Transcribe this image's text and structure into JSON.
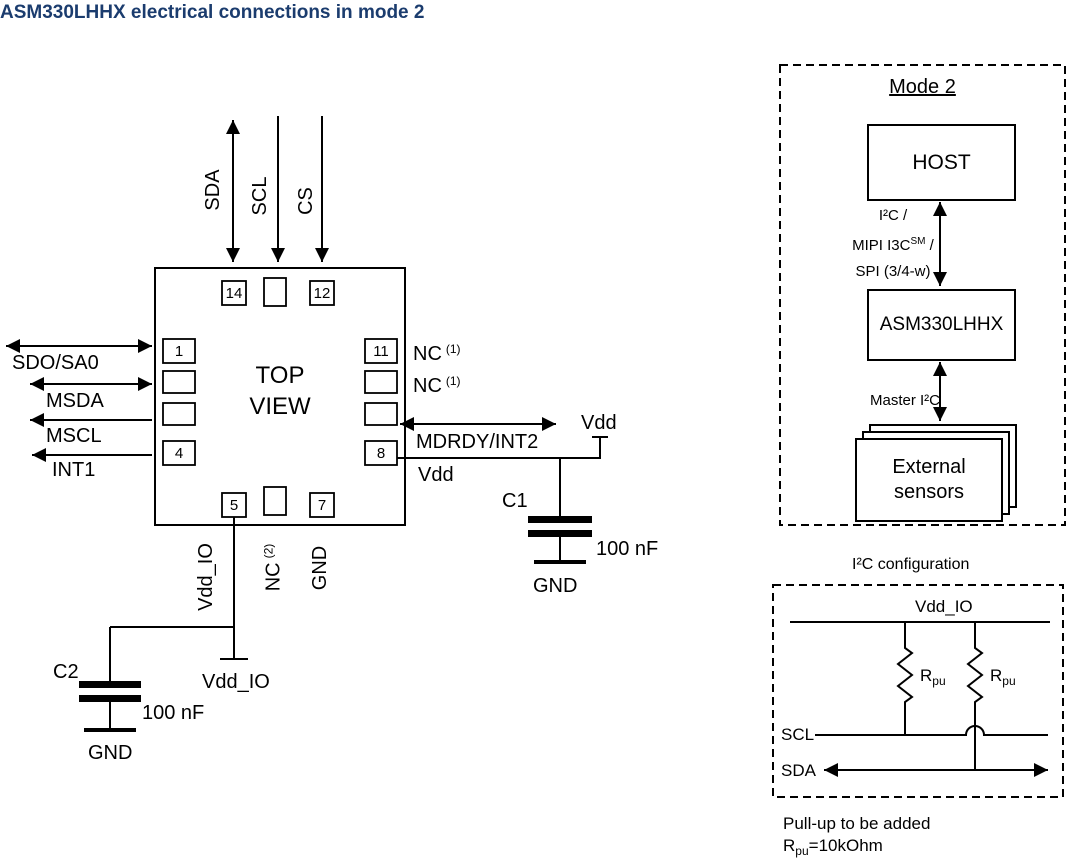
{
  "title": "ASM330LHHX electrical connections in mode 2",
  "colors": {
    "title_accent": "#1b3c6e",
    "line": "#000000"
  },
  "chip": {
    "top_label_1": "TOP",
    "top_label_2": "VIEW",
    "pins": {
      "p14": "14",
      "p12": "12",
      "p1": "1",
      "p4": "4",
      "p11": "11",
      "p8": "8",
      "p5": "5",
      "p7": "7"
    },
    "signals": {
      "sda": "SDA",
      "scl": "SCL",
      "cs": "CS",
      "sdo_sa0": "SDO/SA0",
      "msda": "MSDA",
      "mscl": "MSCL",
      "int1": "INT1",
      "nc": "NC",
      "nc_sup1": "(1)",
      "nc_sup2": "(2)",
      "mdrdy_int2": "MDRDY/INT2",
      "vdd": "Vdd",
      "vdd_io": "Vdd_IO",
      "gnd": "GND"
    }
  },
  "c1": {
    "name": "C1",
    "value": "100 nF",
    "top_label": "Vdd",
    "gnd": "GND"
  },
  "c2": {
    "name": "C2",
    "value": "100 nF",
    "terminal_label": "Vdd_IO",
    "gnd": "GND"
  },
  "mode2": {
    "title": "Mode 2",
    "host": "HOST",
    "bus_line1": "I²C /",
    "bus_line2_base": "MIPI I3C",
    "bus_line2_sup": "SM",
    "bus_line2_tail": " /",
    "bus_line3": "SPI (3/4-w)",
    "device": "ASM330LHHX",
    "master_bus": "Master I²C",
    "sensors_line1": "External",
    "sensors_line2": "sensors"
  },
  "i2c_config": {
    "caption": "I²C configuration",
    "rail": "Vdd_IO",
    "r_base": "R",
    "r_sub": "pu",
    "scl": "SCL",
    "sda": "SDA",
    "note1": "Pull-up to be added",
    "note2_base": "R",
    "note2_sub": "pu",
    "note2_tail": "=10kOhm"
  }
}
